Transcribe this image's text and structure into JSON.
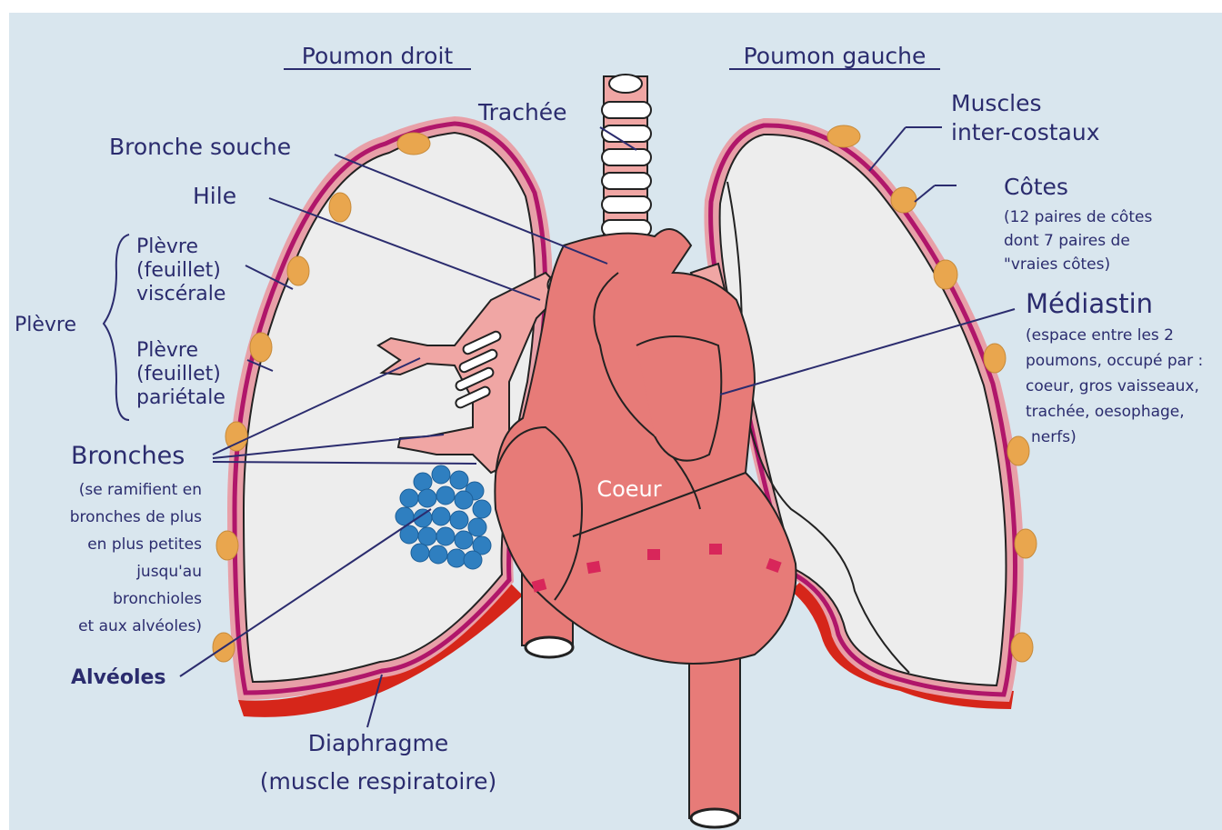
{
  "headings": {
    "right_lung": "Poumon droit",
    "left_lung": "Poumon gauche"
  },
  "labels": {
    "trachee": "Trachée",
    "bronche_souche": "Bronche souche",
    "hile": "Hile",
    "plevre_visc": [
      "Plèvre",
      "(feuillet)",
      "viscérale"
    ],
    "plevre_group": "Plèvre",
    "plevre_par": [
      "Plèvre",
      "(feuillet)",
      "pariétale"
    ],
    "bronches": "Bronches",
    "bronches_note": [
      "(se ramifient en",
      "bronches de plus",
      "en plus petites",
      "jusqu'au",
      "bronchioles",
      "et aux alvéoles)"
    ],
    "alveoles": "Alvéoles",
    "diaphragme": [
      "Diaphragme",
      "(muscle respiratoire)"
    ],
    "muscles": [
      "Muscles",
      "inter-costaux"
    ],
    "cotes": "Côtes",
    "cotes_note": [
      "(12 paires de côtes",
      "dont 7 paires de",
      "\"vraies côtes)"
    ],
    "mediastin": "Médiastin",
    "mediastin_note": [
      "(espace entre les 2",
      "poumons, occupé par :",
      "coeur, gros vaisseaux,",
      "trachée, oesophage,",
      "nerfs)"
    ],
    "coeur": "Coeur"
  },
  "colors": {
    "background": "#d9e6ee",
    "lung_fill": "#ededed",
    "pleura_outer": "#e8a0a8",
    "pleura_inner": "#b0166a",
    "rib": "#e9a64e",
    "heart": "#e77b78",
    "heart_dark": "#c9555a",
    "trachea": "#f0a6a4",
    "diaphragm": "#d6261a",
    "alveoli": "#2f7fc0",
    "text": "#2b2c6e"
  }
}
